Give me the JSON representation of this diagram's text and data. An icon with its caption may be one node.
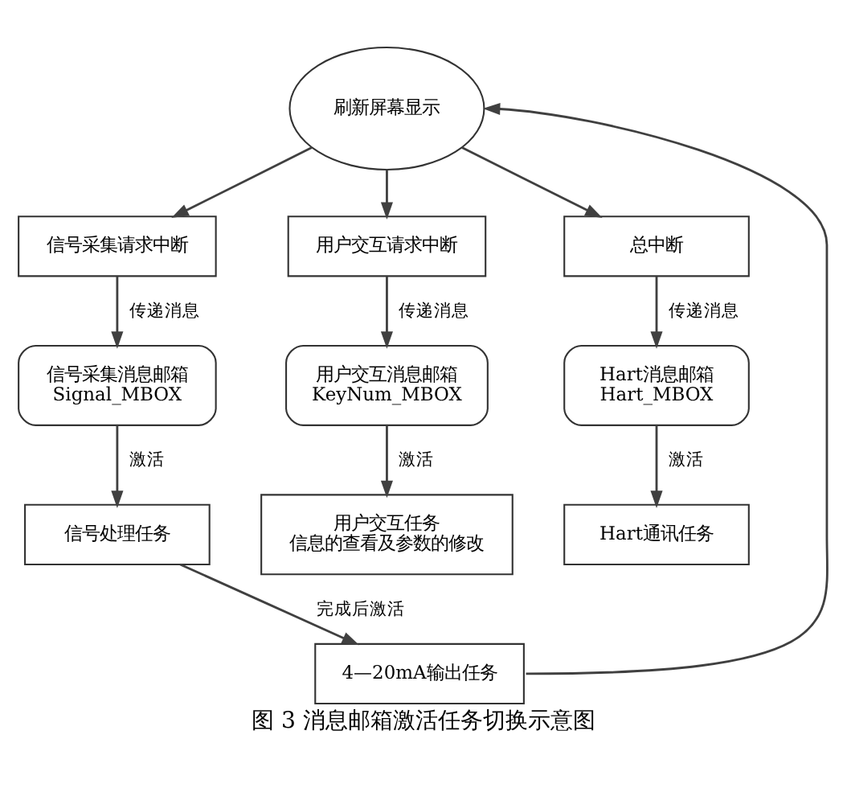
{
  "diagram": {
    "caption": "图 3 消息邮箱激活任务切换示意图",
    "nodes": [
      {
        "text": [
          "刷新屏幕显示"
        ]
      },
      {
        "text": [
          "信号采集请求中断"
        ]
      },
      {
        "text": [
          "用户交互请求中断"
        ]
      },
      {
        "text": [
          "总中断"
        ]
      },
      {
        "text": [
          "信号采集消息邮箱",
          "Signal_MBOX"
        ]
      },
      {
        "text": [
          "用户交互消息邮箱",
          "KeyNum_MBOX"
        ]
      },
      {
        "text": [
          "Hart消息邮箱",
          "Hart_MBOX"
        ]
      },
      {
        "text": [
          "信号处理任务"
        ]
      },
      {
        "text": [
          "用户交互任务",
          "信息的查看及参数的修改"
        ]
      },
      {
        "text": [
          "Hart通讯任务"
        ]
      },
      {
        "text": [
          "4—20mA输出任务"
        ]
      }
    ],
    "edges": [
      {
        "from": 0,
        "to": 1,
        "arrow": "to"
      },
      {
        "from": 0,
        "to": 2,
        "arrow": "to"
      },
      {
        "from": 0,
        "to": 3,
        "arrow": "to"
      },
      {
        "from": 1,
        "to": 4,
        "arrow": "to",
        "label": "传递消息"
      },
      {
        "from": 2,
        "to": 5,
        "arrow": "to",
        "label": "传递消息"
      },
      {
        "from": 3,
        "to": 6,
        "arrow": "to",
        "label": "传递消息"
      },
      {
        "from": 4,
        "to": 7,
        "arrow": "to",
        "label": "激活"
      },
      {
        "from": 5,
        "to": 8,
        "arrow": "to",
        "label": "激活"
      },
      {
        "from": 6,
        "to": 9,
        "arrow": "to",
        "label": "激活"
      },
      {
        "from": 7,
        "to": 10,
        "arrow": "to",
        "label": "完成后激活"
      },
      {
        "from": 10,
        "to": 0,
        "arrow": "to"
      }
    ]
  }
}
